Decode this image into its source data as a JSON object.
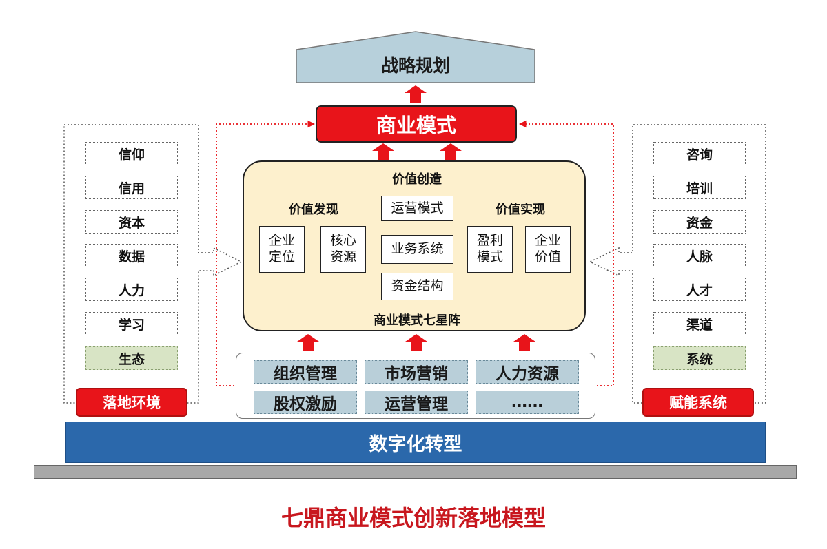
{
  "strategy": {
    "label": "战略规划"
  },
  "business_model": {
    "label": "商业模式"
  },
  "left_panel": {
    "items": [
      "信仰",
      "信用",
      "资本",
      "数据",
      "人力",
      "学习",
      "生态"
    ],
    "tag": "落地环境"
  },
  "right_panel": {
    "items": [
      "咨询",
      "培训",
      "资金",
      "人脉",
      "人才",
      "渠道",
      "系统"
    ],
    "tag": "赋能系统"
  },
  "center": {
    "value_creation": "价值创造",
    "value_discovery": "价值发现",
    "value_realization": "价值实现",
    "enterprise_position": "企业定位",
    "core_resources": "核心资源",
    "operation_model": "运营模式",
    "business_system": "业务系统",
    "capital_structure": "资金结构",
    "profit_model": "盈利模式",
    "enterprise_value": "企业价值",
    "seven_star": "商业模式七星阵"
  },
  "functions": {
    "items": [
      "组织管理",
      "市场营销",
      "人力资源",
      "股权激励",
      "运营管理",
      "……"
    ]
  },
  "base": {
    "label": "数字化转型"
  },
  "title": "七鼎商业模式创新落地模型",
  "colors": {
    "red": "#e8141a",
    "roof": "#b7d0db",
    "center_bg": "#fdf0cd",
    "base_blue": "#2b68ab",
    "func_bg": "#b9cfd9",
    "green_item": "#d8e4c5"
  }
}
